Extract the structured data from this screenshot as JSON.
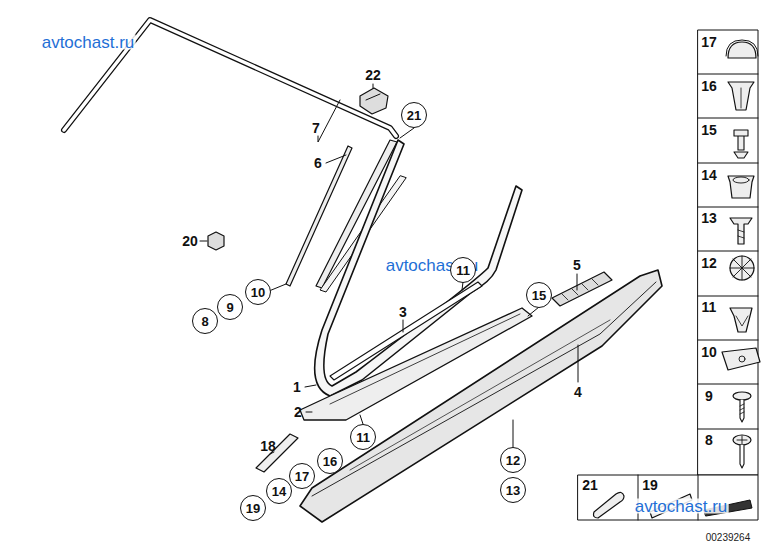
{
  "diagram": {
    "nodes": [
      {
        "text": [
          "21"
        ]
      },
      {
        "text": [
          "11"
        ]
      },
      {
        "text": [
          "15"
        ]
      },
      {
        "text": [
          "10"
        ]
      },
      {
        "text": [
          "9"
        ]
      },
      {
        "text": [
          "8"
        ]
      },
      {
        "text": [
          "11"
        ]
      },
      {
        "text": [
          "16"
        ]
      },
      {
        "text": [
          "12"
        ]
      },
      {
        "text": [
          "17"
        ]
      },
      {
        "text": [
          "14"
        ]
      },
      {
        "text": [
          "13"
        ]
      },
      {
        "text": [
          "19"
        ]
      }
    ],
    "labels": [
      "avtochast.ru",
      "22",
      "7",
      "6",
      "20",
      "avtochast.ru",
      "5",
      "3",
      "1",
      "4",
      "2",
      "18",
      "avtochast.ru",
      "00239264",
      "17",
      "16",
      "15",
      "14",
      "13",
      "12",
      "11",
      "10",
      "9",
      "8",
      "21",
      "19"
    ]
  }
}
